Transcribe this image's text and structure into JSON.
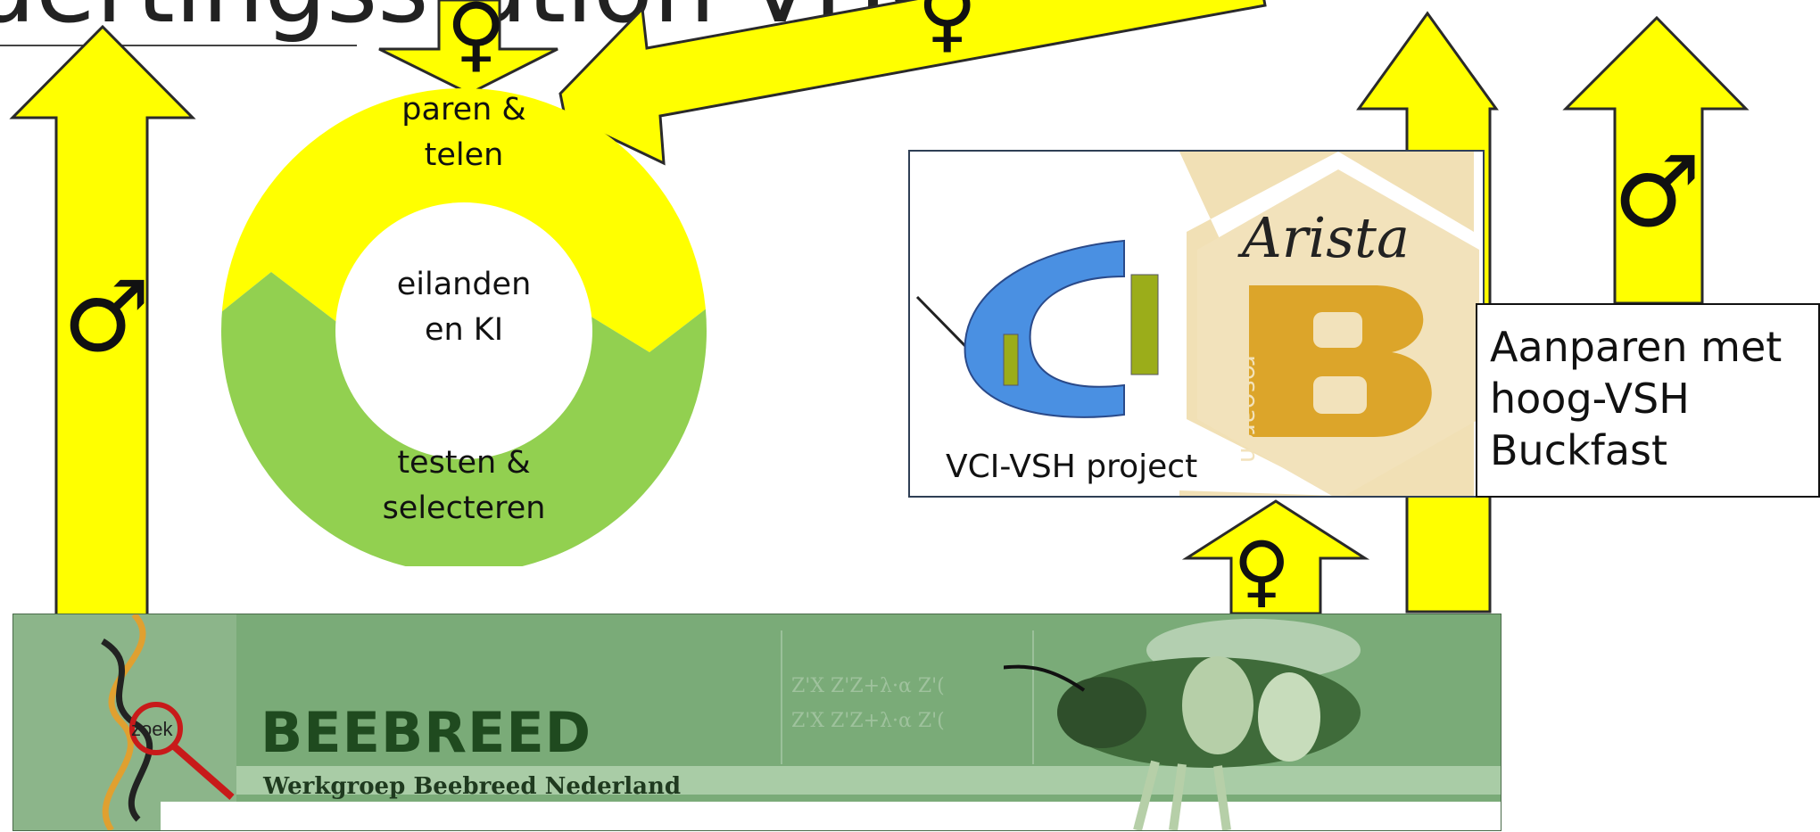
{
  "title_fragment": "dertingsstation VHC",
  "cycle": {
    "top_label": "paren &\ntelen",
    "center_label": "eilanden\nen KI",
    "bottom_label": "testen &\nselecteren",
    "colors": {
      "top": "#ffff00",
      "bottom": "#92d050"
    }
  },
  "symbols": {
    "female": "♀",
    "male": "♂"
  },
  "vci_panel": {
    "caption": "VCI-VSH project",
    "arista_script": "Arista",
    "arista_letter": "B",
    "arista_research": "research"
  },
  "aanparen_text": "Aanparen met\nhoog-VSH\nBuckfast",
  "banner": {
    "title": "BEEBREED",
    "subtitle": "Werkgroep Beebreed Nederland",
    "search_label": "zoek",
    "formula_lines": [
      "Z'X  Z'Z+λ·α  Z'(",
      "Z'X  Z'Z+λ·α  Z'("
    ]
  },
  "colors": {
    "arrow_fill": "#ffff00",
    "arrow_stroke": "#2a2a2a",
    "banner_green": "#7aab78"
  }
}
